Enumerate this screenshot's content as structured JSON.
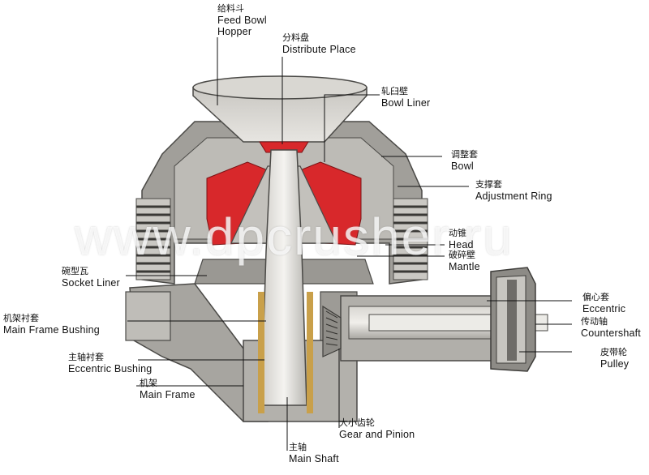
{
  "labels": {
    "feed_bowl": {
      "zh": "给料斗",
      "en1": "Feed Bowl",
      "en2": "Hopper"
    },
    "distribute_place": {
      "zh": "分料盘",
      "en": "Distribute Place"
    },
    "bowl_liner": {
      "zh": "轧臼壁",
      "en": "Bowl Liner"
    },
    "bowl": {
      "zh": "调整套",
      "en": "Bowl"
    },
    "adjustment_ring": {
      "zh": "支撑套",
      "en": "Adjustment Ring"
    },
    "head": {
      "zh": "动锥",
      "en": "Head"
    },
    "mantle": {
      "zh": "破碎壁",
      "en": "Mantle"
    },
    "socket_liner": {
      "zh": "碗型瓦",
      "en": "Socket Liner"
    },
    "main_frame_bushing": {
      "zh": "机架衬套",
      "en": "Main Frame Bushing"
    },
    "eccentric_bushing": {
      "zh": "主轴衬套",
      "en": "Eccentric Bushing"
    },
    "main_frame": {
      "zh": "机架",
      "en": "Main Frame"
    },
    "eccentric": {
      "zh": "偏心套",
      "en": "Eccentric"
    },
    "countershaft": {
      "zh": "传动轴",
      "en": "Countershaft"
    },
    "pulley": {
      "zh": "皮带轮",
      "en": "Pulley"
    },
    "gear_and_pinion": {
      "zh": "大小齿轮",
      "en": "Gear and Pinion"
    },
    "main_shaft": {
      "zh": "主轴",
      "en": "Main Shaft"
    }
  },
  "watermark": "www.dpcrusher.ru",
  "colors": {
    "body": "#b9b7b2",
    "dark": "#555451",
    "light": "#e2e0dc",
    "wear_parts": "#d8282b",
    "bushing": "#c9a04a"
  }
}
